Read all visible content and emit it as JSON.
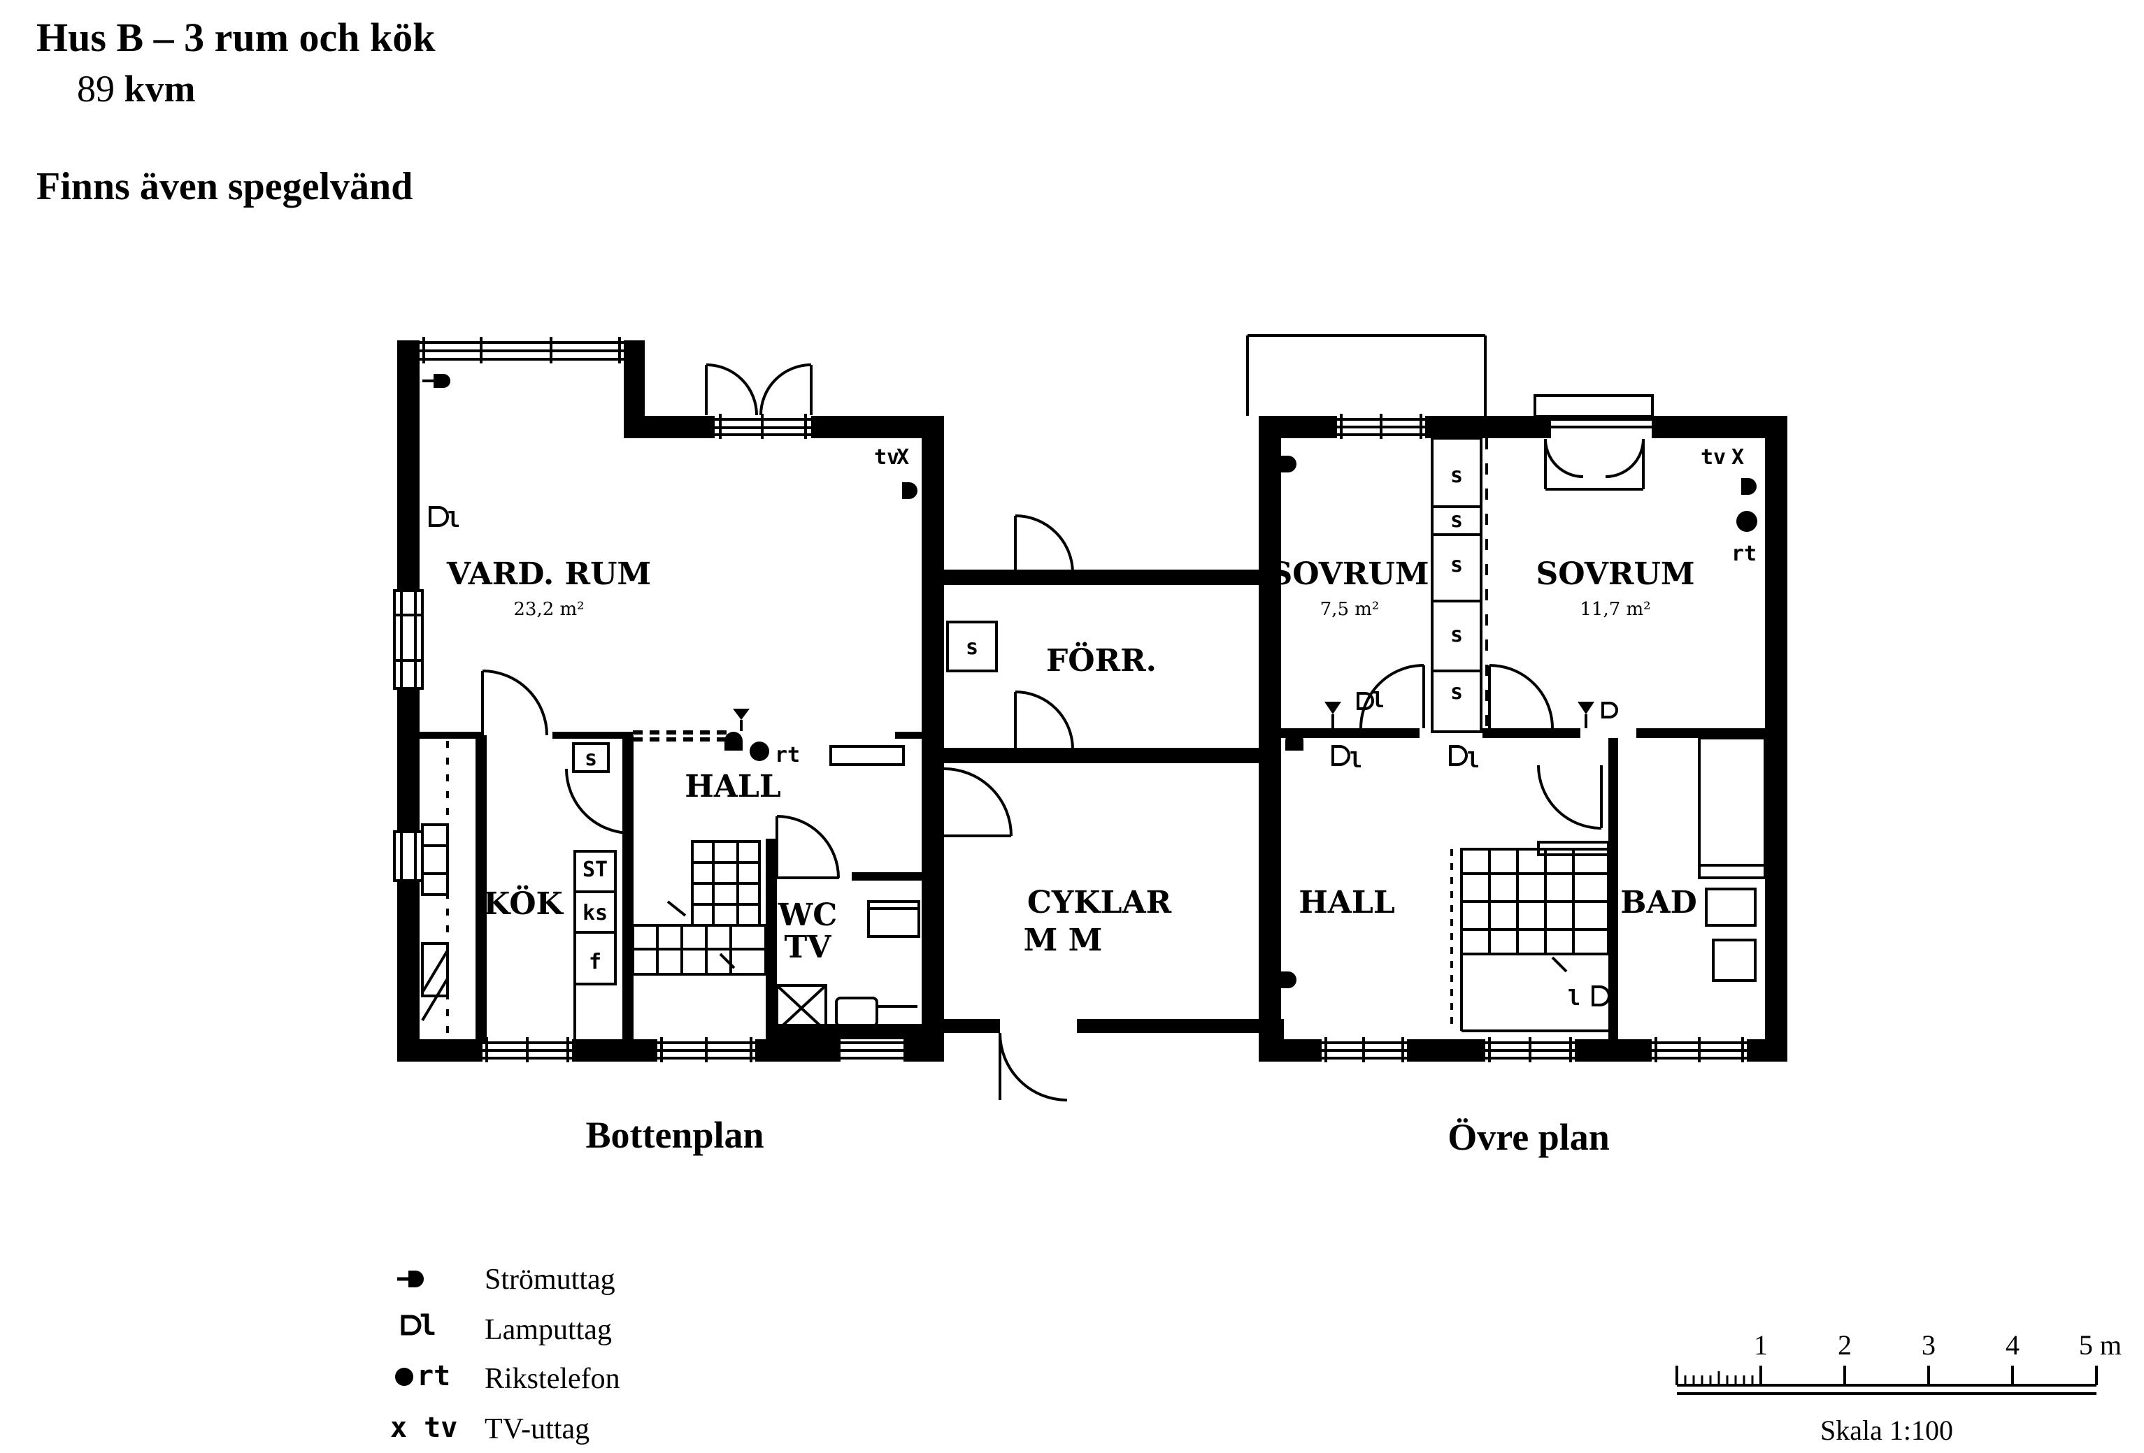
{
  "header": {
    "title": "Hus B – 3 rum och kök",
    "area_value": "89",
    "area_unit": "kvm",
    "mirror_note": "Finns även spegelvänd"
  },
  "plans": {
    "ground": {
      "label": "Bottenplan",
      "rooms": {
        "living": {
          "name": "VARD. RUM",
          "area": "23,2 m²"
        },
        "hall": {
          "name": "HALL"
        },
        "kitchen": {
          "name": "KÖK"
        },
        "wc_1": "WC",
        "wc_2": "TV",
        "storage": {
          "name": "FÖRR."
        },
        "bikes_1": "CYKLAR",
        "bikes_2": "M M"
      },
      "fixtures": {
        "st": "ST",
        "ks": "ks",
        "f": "f",
        "s": "s",
        "tv": "tv",
        "x": "X",
        "rt": "rt",
        "l": "l"
      }
    },
    "upper": {
      "label": "Övre plan",
      "rooms": {
        "bedroom_small": {
          "name": "SOVRUM",
          "area": "7,5 m²"
        },
        "bedroom_large": {
          "name": "SOVRUM",
          "area": "11,7 m²"
        },
        "hall": {
          "name": "HALL"
        },
        "bath": {
          "name": "BAD"
        }
      },
      "fixtures": {
        "s": "s",
        "tv": "tv",
        "x": "X",
        "rt": "rt",
        "l": "l"
      }
    }
  },
  "legend": [
    {
      "symbol": "",
      "label": "Strömuttag",
      "icon": "power-outlet-icon"
    },
    {
      "symbol": "l",
      "label": "Lamputtag",
      "icon": "lamp-outlet-icon"
    },
    {
      "symbol": "rt",
      "label": "Rikstelefon",
      "icon": "telephone-outlet-icon"
    },
    {
      "symbol": "x tv",
      "label": "TV-uttag",
      "icon": "tv-outlet-icon"
    }
  ],
  "scale": {
    "ticks": [
      "1",
      "2",
      "3",
      "4",
      "5 m"
    ],
    "label": "Skala 1:100"
  }
}
